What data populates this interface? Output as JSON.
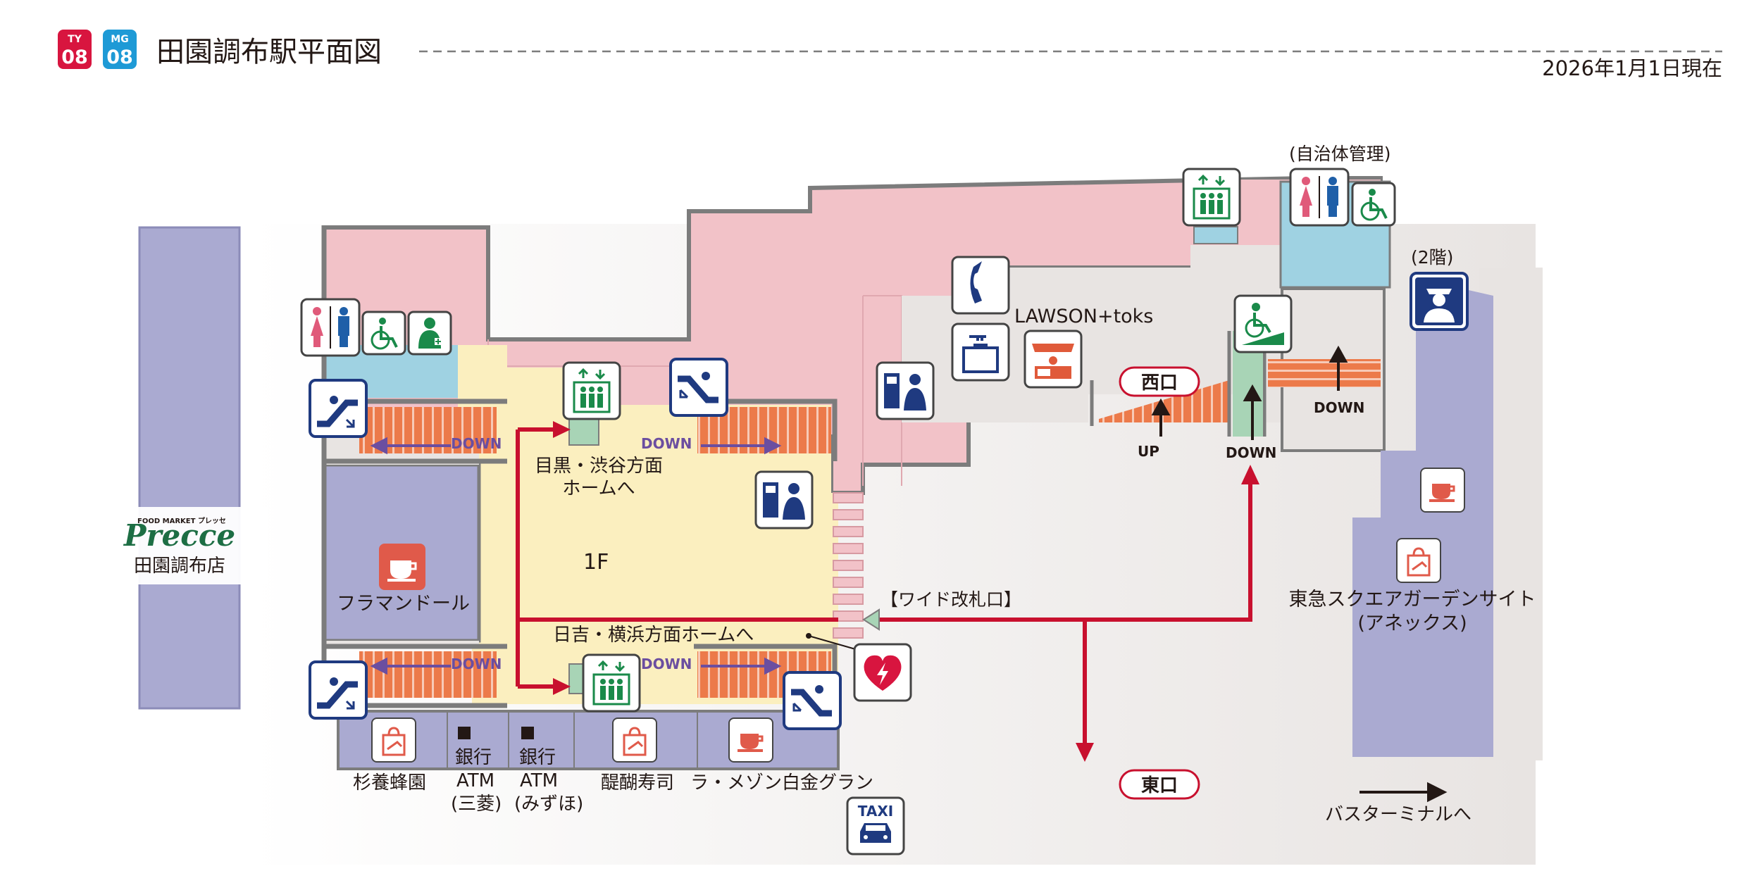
{
  "header": {
    "line_badges": [
      {
        "line": "TY",
        "num": "08",
        "color": "#d8153f"
      },
      {
        "line": "MG",
        "num": "08",
        "color": "#1e9ad6"
      }
    ],
    "title": "田園調布駅平面図",
    "date": "2026年1月1日現在"
  },
  "colors": {
    "pink_area": "#f2c2c8",
    "yellow_area": "#fbefbf",
    "blue_area": "#9fd2e2",
    "lavender_area": "#aaaad1",
    "grey_area": "#e8e4e2",
    "red_route": "#c8102e",
    "stair_orange": "#ec7a4a",
    "wall": "#7c7c7c"
  },
  "labels": {
    "precce_small": "FOOD MARKET プレッセ",
    "precce_logo": "Precce",
    "precce_store": "田園調布店",
    "flamandor": "フラマンドール",
    "meguro_line1": "目黒・渋谷方面",
    "meguro_line2": "ホームへ",
    "floor": "1F",
    "hiyoshi": "日吉・横浜方面ホームへ",
    "wide_gate": "【ワイド改札口】",
    "lawson": "LAWSON+toks",
    "west_exit": "西口",
    "east_exit": "東口",
    "up": "UP",
    "down": "DOWN",
    "municipal": "(自治体管理)",
    "second_floor": "(2階)",
    "tokyu_line1": "東急スクエアガーデンサイト",
    "tokyu_line2": "(アネックス)",
    "bus_terminal": "バスターミナルへ",
    "taxi": "TAXI"
  },
  "shops": {
    "sugiyoho": "杉養蜂園",
    "bank1_l1": "銀行",
    "bank1_l2": "ATM",
    "bank1_l3": "(三菱)",
    "bank2_l1": "銀行",
    "bank2_l2": "ATM",
    "bank2_l3": "(みずほ)",
    "daigo": "醍醐寿司",
    "lamaison": "ラ・メゾン白金グラン"
  },
  "icons": [
    "restroom-icon",
    "wheelchair-icon",
    "multipurpose-room-icon",
    "escalator-icon",
    "elevator-icon",
    "ticket-machine-icon",
    "telephone-icon",
    "coin-locker-icon",
    "convenience-store-icon",
    "cafe-icon",
    "shop-icon",
    "aed-icon",
    "station-office-icon",
    "wheelchair-ramp-icon",
    "taxi-icon"
  ]
}
